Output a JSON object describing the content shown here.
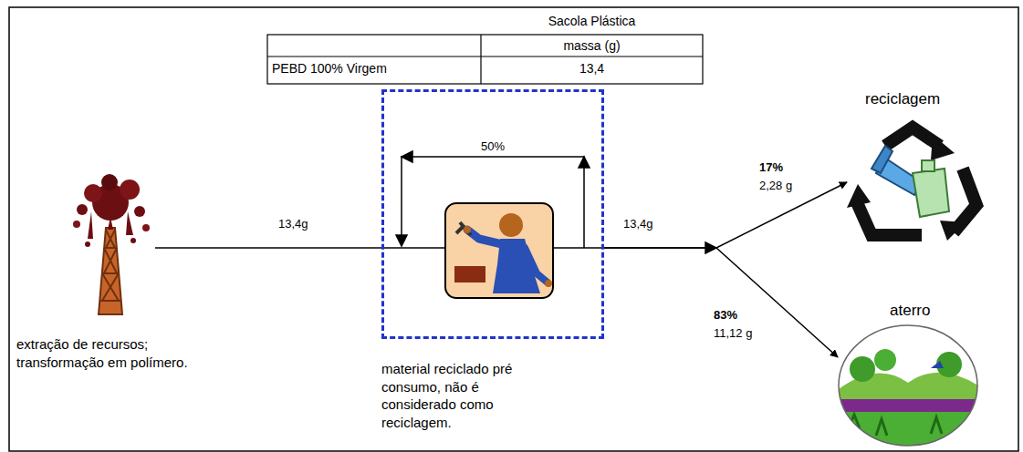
{
  "diagram": {
    "nodes": [
      {
        "text": [
          "extração de recursos; transformação em polímero."
        ]
      },
      {
        "text": [
          "material reciclado pré consumo, não é considerado como reciclagem."
        ]
      },
      {
        "text": [
          "reciclagem"
        ]
      },
      {
        "text": [
          "aterro"
        ]
      }
    ],
    "edges": [
      {
        "from": 0,
        "to": 1,
        "label": "13,4g",
        "arrow": "none"
      },
      {
        "from": 1,
        "to": 2,
        "label": "17%",
        "arrow": "to"
      },
      {
        "from": 1,
        "to": 3,
        "label": "83%",
        "arrow": "to"
      }
    ],
    "labels": [
      "Sacola Plástica",
      "massa (g)",
      "PEBD 100% Virgem",
      "13,4",
      "50%",
      "13,4g",
      "2,28 g",
      "11,12 g"
    ]
  }
}
